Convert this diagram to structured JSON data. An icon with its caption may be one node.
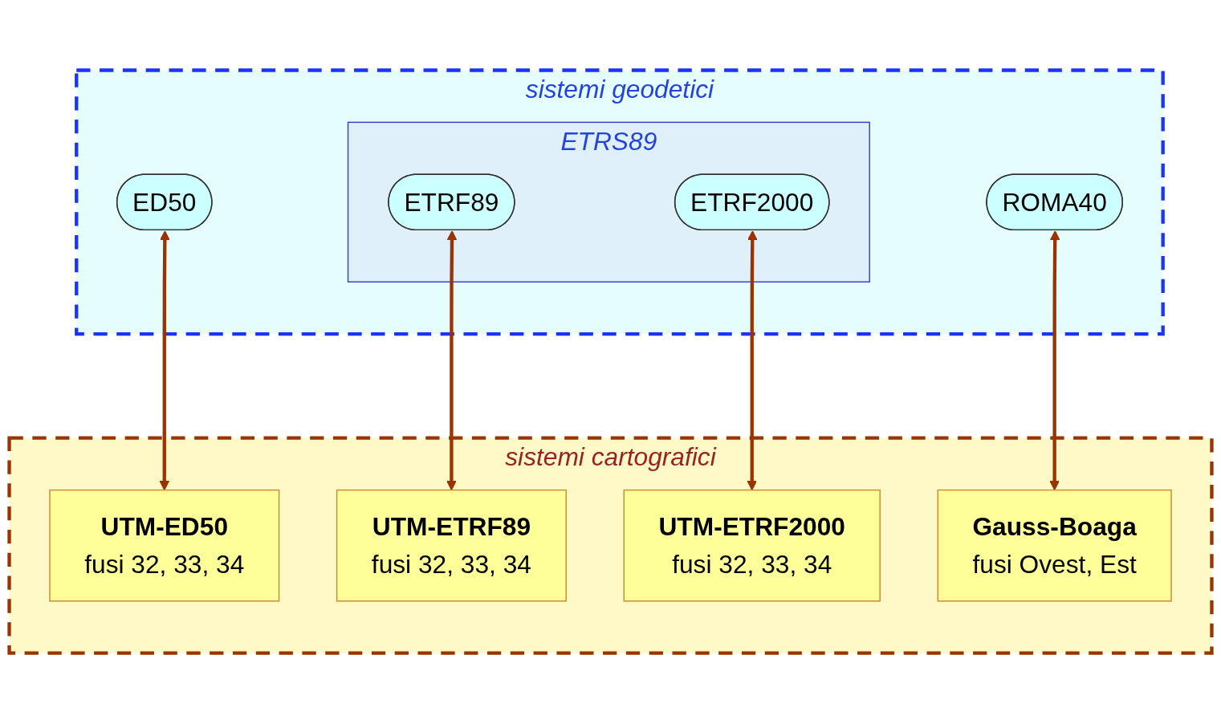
{
  "diagram": {
    "nodes": [
      {
        "text": [
          "sistemi geodetici"
        ]
      },
      {
        "text": [
          "ETRS89"
        ],
        "in": 0
      },
      {
        "text": [
          "ETRF89"
        ],
        "in": 1
      },
      {
        "text": [
          "ETRF2000"
        ],
        "in": 1
      },
      {
        "text": [
          "ED50"
        ],
        "in": 0
      },
      {
        "text": [
          "ROMA40"
        ],
        "in": 0
      },
      {
        "text": [
          "sistemi cartografici"
        ]
      },
      {
        "text": [
          "UTM-ED50",
          "fusi 32, 33, 34"
        ],
        "in": 6
      },
      {
        "text": [
          "UTM-ETRF89",
          "fusi 32, 33, 34"
        ],
        "in": 6
      },
      {
        "text": [
          "UTM-ETRF2000",
          "fusi 32, 33, 34"
        ],
        "in": 6
      },
      {
        "text": [
          "Gauss-Boaga",
          "fusi Ovest, Est"
        ],
        "in": 6
      }
    ],
    "edges": [
      {
        "from": 4,
        "to": 7,
        "arrow": "both"
      },
      {
        "from": 2,
        "to": 8,
        "arrow": "both"
      },
      {
        "from": 3,
        "to": 9,
        "arrow": "both"
      },
      {
        "from": 5,
        "to": 10,
        "arrow": "both"
      }
    ]
  }
}
